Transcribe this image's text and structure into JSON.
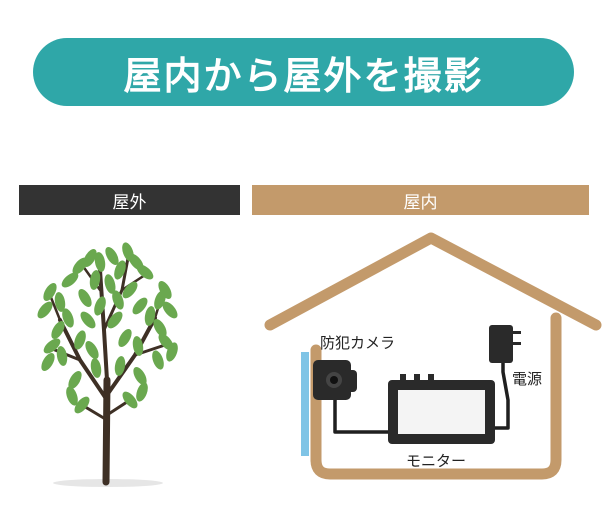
{
  "title": "屋内から屋外を撮影",
  "labels": {
    "outdoor": "屋外",
    "indoor": "屋内"
  },
  "parts": {
    "camera": "防犯カメラ",
    "power": "電源",
    "monitor": "モニター"
  },
  "colors": {
    "title_bg": "#2fa7a8",
    "outdoor_bar": "#333333",
    "indoor_bar": "#c39a6b",
    "house_outline": "#c39a6b",
    "window_glass": "#7fc4e6",
    "leaf": "#6aa84f",
    "trunk": "#3e3025",
    "device": "#2a2a2a"
  },
  "icons": [
    "tree-icon",
    "house-icon",
    "camera-icon",
    "monitor-icon",
    "power-adapter-icon"
  ]
}
